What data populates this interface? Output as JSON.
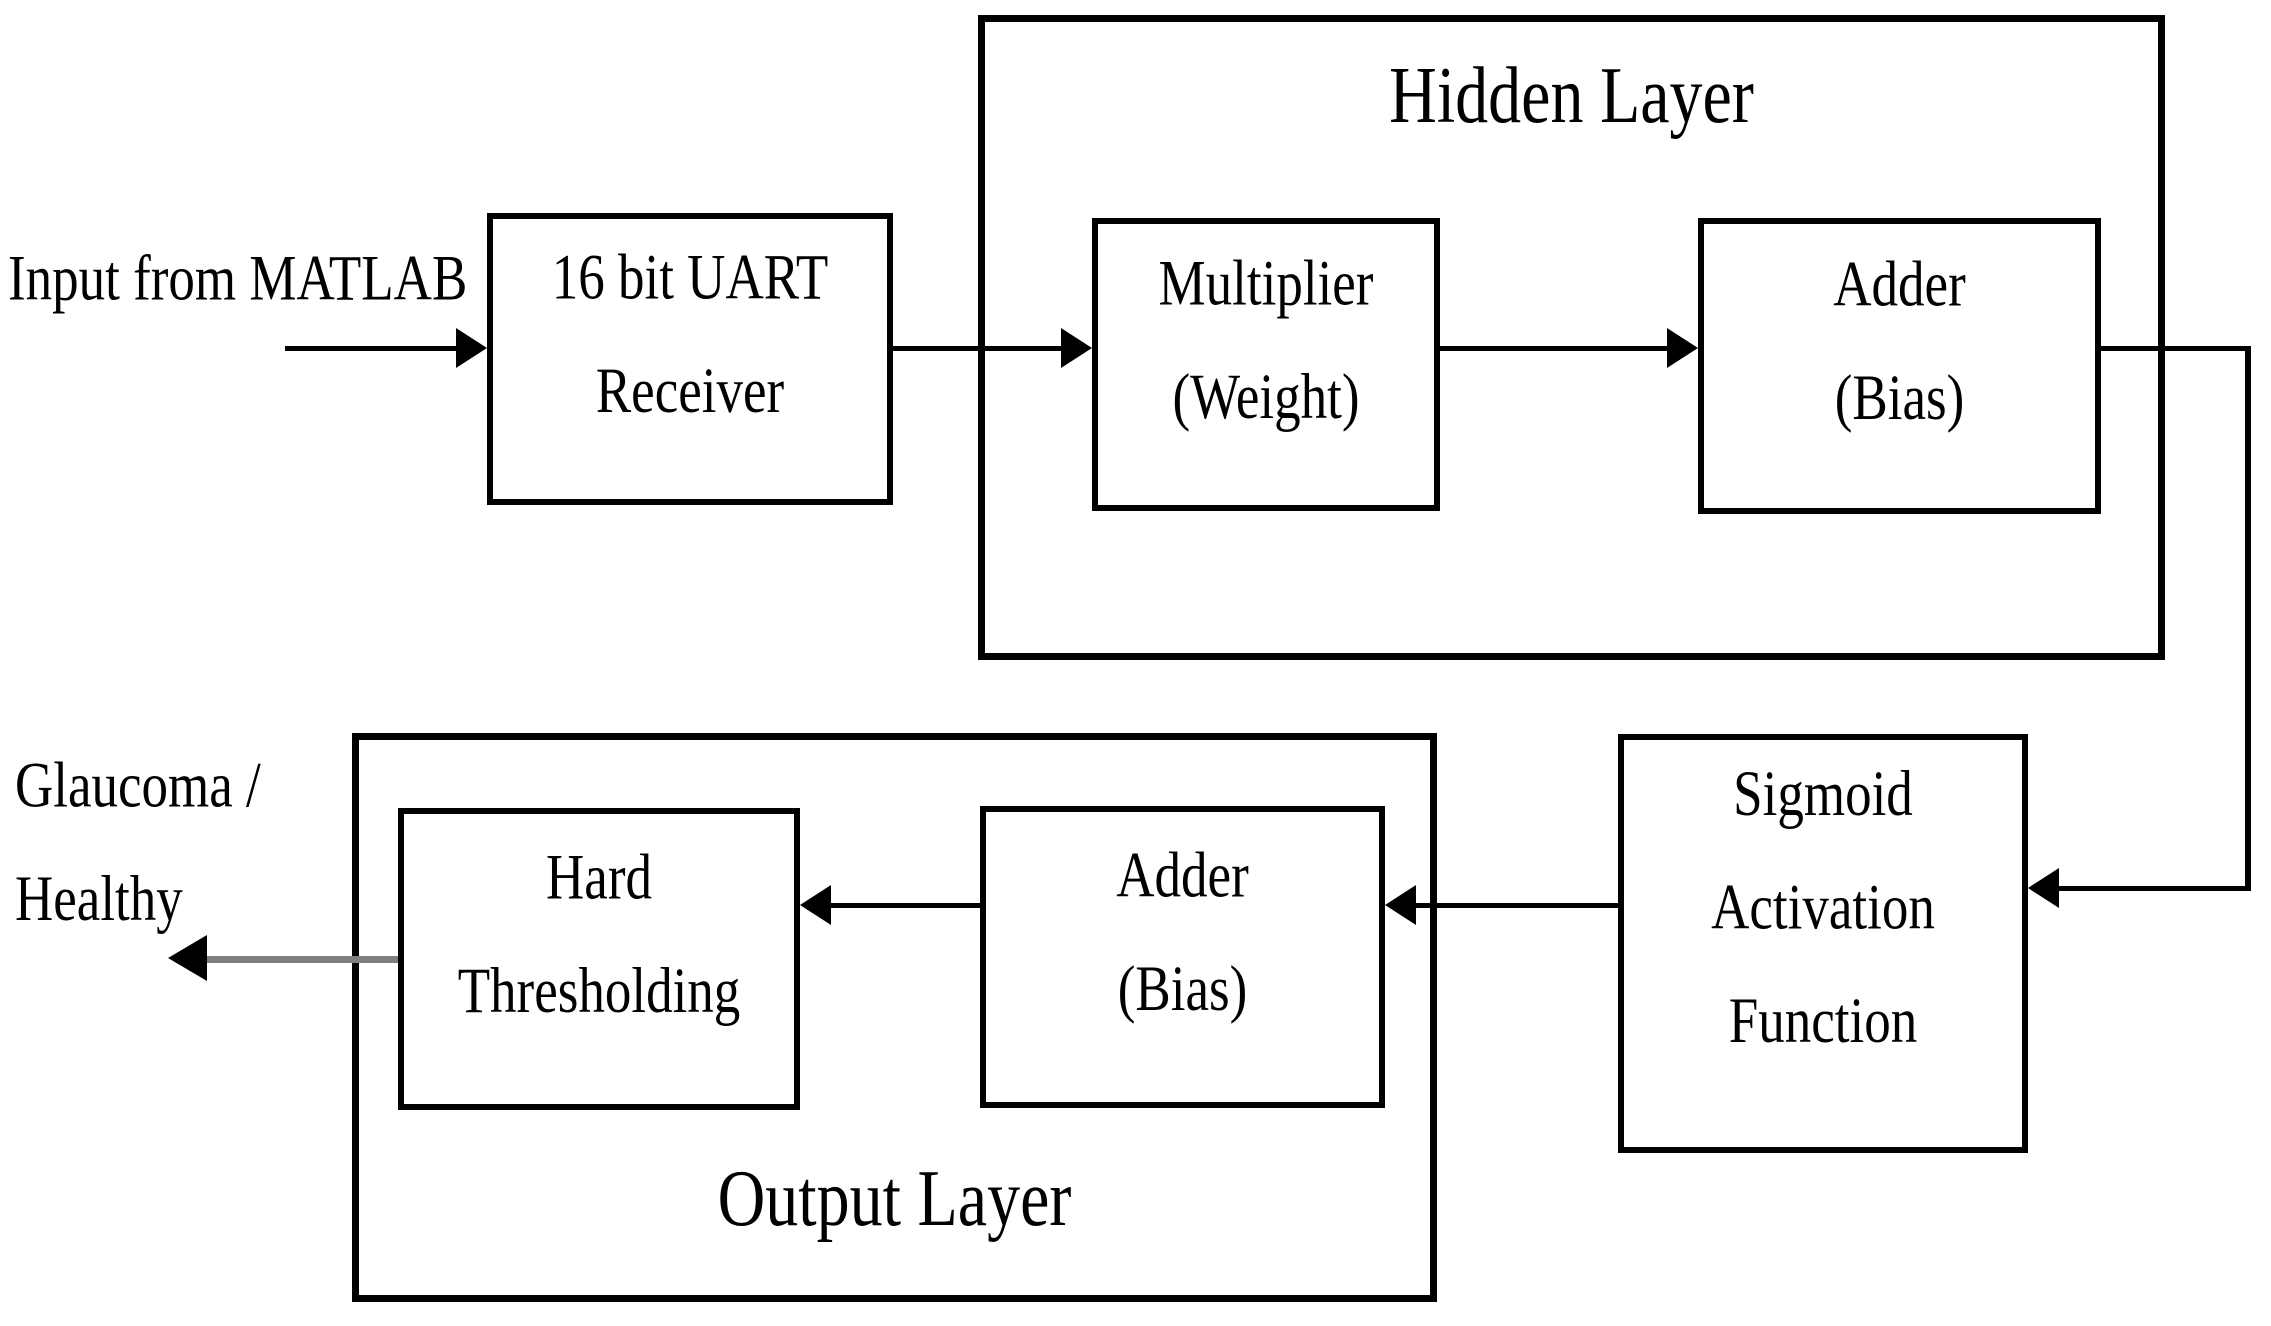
{
  "diagram": {
    "input_label": "Input from MATLAB",
    "result_label": {
      "line1": "Glaucoma /",
      "line2": "Healthy"
    },
    "uart_box": {
      "line1": "16 bit UART",
      "line2": "Receiver"
    },
    "hidden_layer": {
      "title": "Hidden Layer",
      "multiplier_box": {
        "line1": "Multiplier",
        "line2": "(Weight)"
      },
      "adder_box": {
        "line1": "Adder",
        "line2": "(Bias)"
      }
    },
    "sigmoid_box": {
      "line1": "Sigmoid",
      "line2": "Activation",
      "line3": "Function"
    },
    "output_layer": {
      "title": "Output Layer",
      "hard_thresholding_box": {
        "line1": "Hard",
        "line2": "Thresholding"
      },
      "adder_box": {
        "line1": "Adder",
        "line2": "(Bias)"
      }
    },
    "colors": {
      "line": "#000000",
      "gray-arrow": "#7f7f7f",
      "bg": "#ffffff"
    }
  }
}
